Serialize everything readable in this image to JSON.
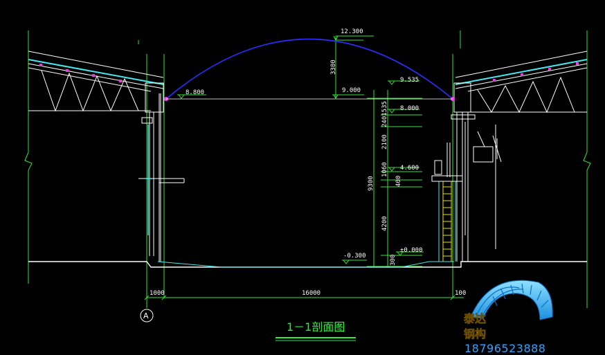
{
  "drawing": {
    "title": "1－1剖面图",
    "axis_left": "A"
  },
  "elevations": {
    "top": "12.300",
    "eave_left": "8.800",
    "spring": "9.000",
    "right_top": "9.535",
    "level_8": "8.000",
    "level_46": "4.600",
    "pit": "-0.300",
    "ground": "±0.000"
  },
  "dimensions": {
    "rise": "3300",
    "total_height": "9300",
    "seg_2401535": "2401535",
    "seg_2100": "2100",
    "seg_1060": "1060",
    "seg_400": "400",
    "seg_4200": "4200",
    "seg_300": "300",
    "span": "16000",
    "left_edge": "1000",
    "right_edge": "100"
  },
  "logo": {
    "line1": "泰达",
    "line2": "钢构",
    "phone": "18796523888"
  },
  "colors": {
    "arch": "#2d2dff",
    "axis_line": "#35e635",
    "structure": "#ffffff",
    "cyan": "#46e8ee",
    "yellow": "#e8e800",
    "magenta": "#ff3cff"
  }
}
